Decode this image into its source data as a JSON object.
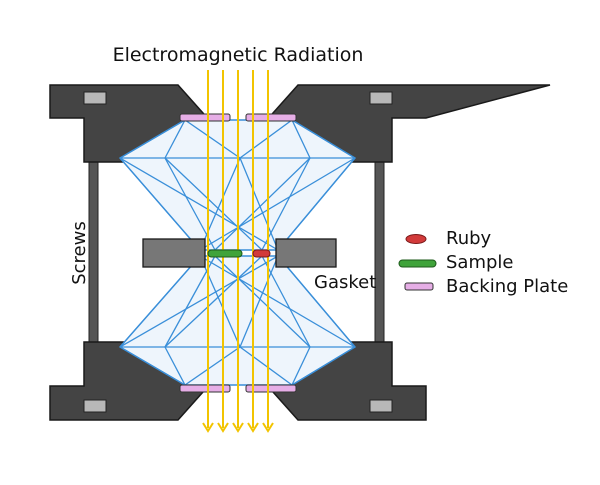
{
  "diagram": {
    "title": "Electromagnetic Radiation",
    "screws_label": "Screws",
    "gasket_label": "Gasket",
    "legend": [
      {
        "label": "Ruby",
        "color": "#d23a3a"
      },
      {
        "label": "Sample",
        "color": "#3fa33a"
      },
      {
        "label": "Backing Plate",
        "color": "#e6aee6"
      }
    ]
  },
  "colors": {
    "frame": "#444444",
    "frame_insert": "#b8b8b8",
    "gasket": "#777777",
    "radiation": "#f2c400",
    "anvil_lines": "#3a8fd9",
    "background": "#ffffff"
  }
}
